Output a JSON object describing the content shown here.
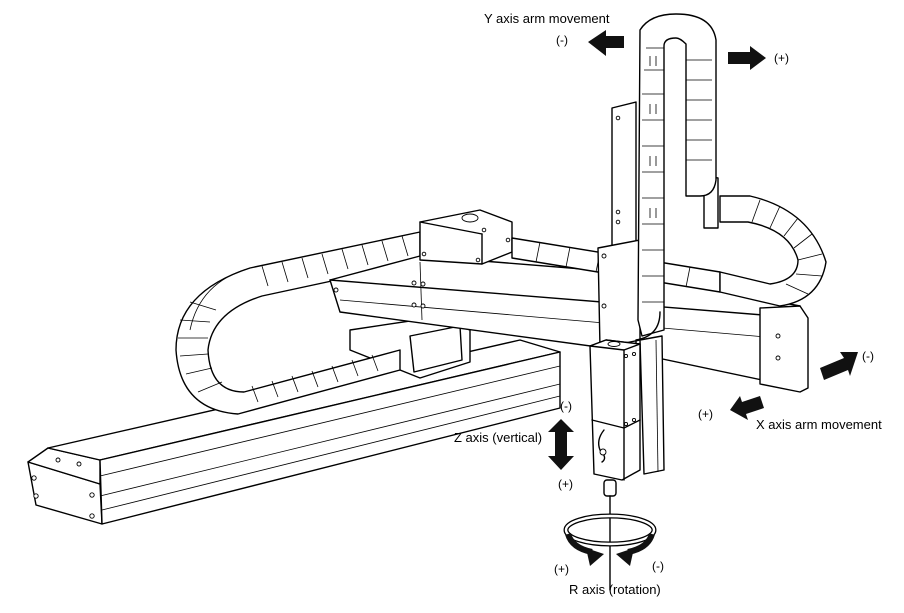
{
  "figure": {
    "subject": "Cartesian (gantry) robot with four axes",
    "colors": {
      "line": "#000000",
      "background": "#ffffff",
      "arrow_fill": "#111111"
    }
  },
  "axes": {
    "y": {
      "label": "Y axis arm movement",
      "minus": "(-)",
      "plus": "(+)"
    },
    "x": {
      "label": "X axis arm movement",
      "minus": "(-)",
      "plus": "(+)"
    },
    "z": {
      "label": "Z axis (vertical)",
      "minus": "(-)",
      "plus": "(+)"
    },
    "r": {
      "label": "R axis (rotation)",
      "minus": "(-)",
      "plus": "(+)"
    }
  }
}
